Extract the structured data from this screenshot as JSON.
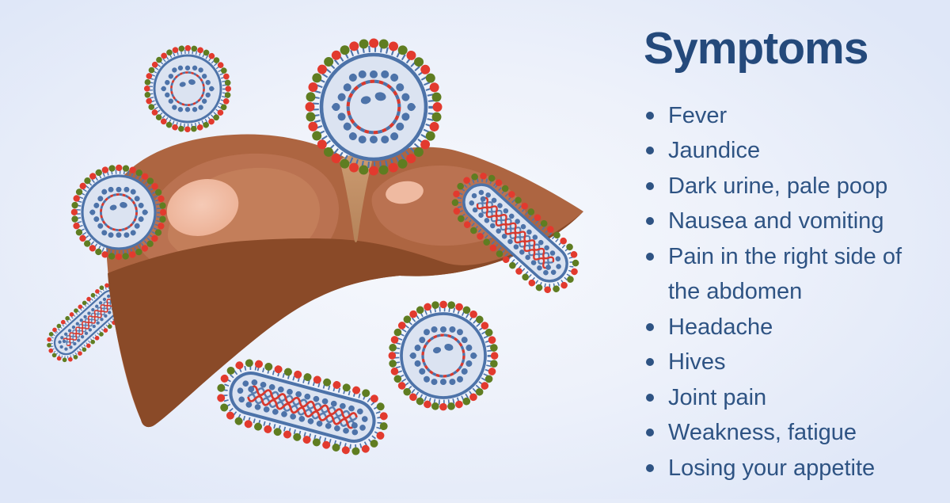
{
  "panel": {
    "title": "Symptoms",
    "symptoms": [
      "Fever",
      "Jaundice",
      "Dark urine, pale poop",
      "Nausea and vomiting",
      "Pain in the right side of the abdomen",
      "Headache",
      "Hives",
      "Joint pain",
      "Weakness, fatigue",
      "Losing your appetite"
    ]
  },
  "illustration": {
    "subject": "Liver with hepatitis virus particles",
    "icons": [
      "liver-illustration",
      "hepatitis-virus-round-icon",
      "hepatitis-virus-rod-icon"
    ],
    "colors": {
      "background_center": "#f7f9fd",
      "background_edge": "#dfe7f8",
      "title_text": "#24497b",
      "list_text": "#2e5383",
      "liver_base": "#ad6541",
      "liver_band": "#ba7251",
      "liver_inner_band": "#c37e5a",
      "liver_highlight": "#f3c8b4",
      "liver_underside": "#8a4a28",
      "ligament": "#c29066",
      "virus_outline": "#4d73a9",
      "virus_fill": "#dbe3f1",
      "virus_dna_red": "#d8392e",
      "spike_tip_red": "#e23a2e",
      "spike_tip_green": "#5f7d21"
    }
  }
}
